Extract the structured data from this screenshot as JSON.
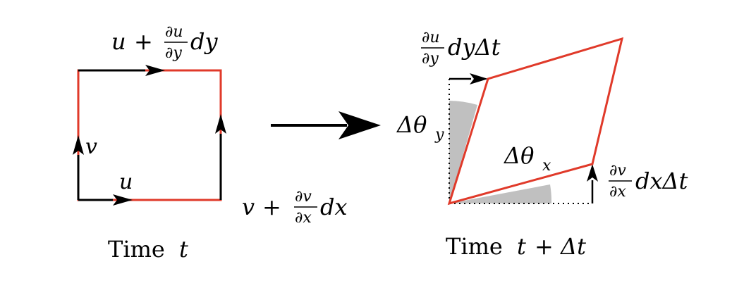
{
  "colors": {
    "edge": "#e03a2a",
    "ink": "#000000",
    "shade": "#c0c0c0",
    "background": "#ffffff"
  },
  "left_panel": {
    "top_label": {
      "base": "u",
      "op": "+",
      "num": "∂u",
      "den": "∂y",
      "tail": "dy"
    },
    "left_label": {
      "var": "v"
    },
    "bottom_label": {
      "var": "u"
    },
    "right_label": {
      "base": "v",
      "op": "+",
      "num": "∂v",
      "den": "∂x",
      "tail": "dx"
    },
    "caption": {
      "word": "Time",
      "var": "t"
    }
  },
  "right_panel": {
    "top_label": {
      "num": "∂u",
      "den": "∂y",
      "tail": "dyΔt"
    },
    "angle_y_label": {
      "delta": "Δθ",
      "sub": "y"
    },
    "angle_x_label": {
      "delta": "Δθ",
      "sub": "x"
    },
    "right_label": {
      "num": "∂v",
      "den": "∂x",
      "tail": "dxΔt"
    },
    "caption": {
      "word": "Time",
      "var": "t",
      "op": "+",
      "tail": "Δt"
    }
  }
}
